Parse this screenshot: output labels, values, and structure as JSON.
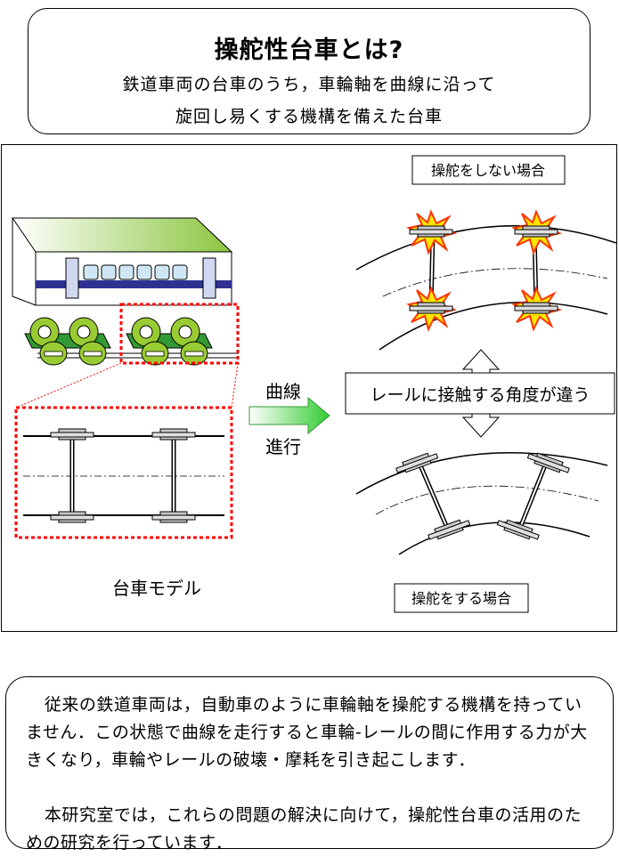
{
  "header": {
    "title": "操舵性台車とは?",
    "subtitle_line1": "鉄道車両の台車のうち，車輪軸を曲線に沿って",
    "subtitle_line2": "旋回し易くする機構を備えた台車"
  },
  "diagram": {
    "label_no_steering": "操舵をしない場合",
    "label_steering": "操舵をする場合",
    "label_curve": "曲線",
    "label_travel": "進行",
    "label_contact_angle": "レールに接触する角度が違う",
    "label_bogie_model": "台車モデル",
    "colors": {
      "car_green": "#8cc63f",
      "car_blue": "#2e3192",
      "bogie_green": "#339933",
      "wheel_lime": "#99cc33",
      "highlight_red": "#ff0000",
      "flash_yellow": "#ffe600",
      "flash_red": "#ff3300",
      "wheel_gray": "#b3b3b3"
    }
  },
  "description": {
    "paragraph1": "従来の鉄道車両は，自動車のように車輪軸を操舵する機構を持っていません．この状態で曲線を走行すると車輪-レールの間に作用する力が大きくなり，車輪やレールの破壊・摩耗を引き起こします．",
    "paragraph2": "本研究室では，これらの問題の解決に向けて，操舵性台車の活用のための研究を行っています．"
  }
}
